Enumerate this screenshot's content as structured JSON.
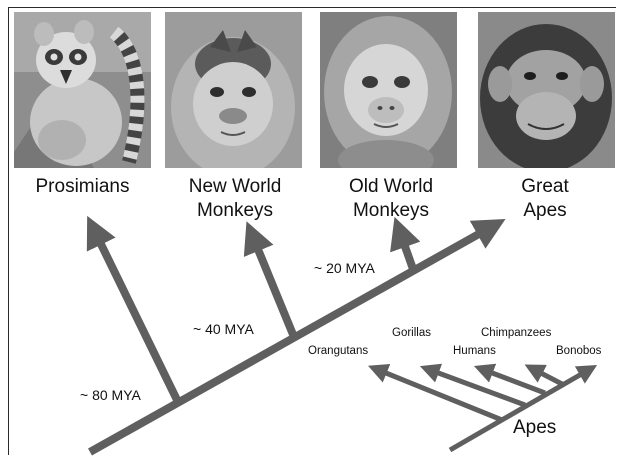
{
  "groups": [
    {
      "line1": "Prosimians",
      "line2": ""
    },
    {
      "line1": "New World",
      "line2": "Monkeys"
    },
    {
      "line1": "Old World",
      "line2": "Monkeys"
    },
    {
      "line1": "Great",
      "line2": "Apes"
    }
  ],
  "ages": {
    "mya80": "~ 80 MYA",
    "mya40": "~ 40 MYA",
    "mya20": "~ 20 MYA"
  },
  "apes": {
    "label": "Apes",
    "orangutans": "Orangutans",
    "gorillas": "Gorillas",
    "chimpanzees": "Chimpanzees",
    "humans": "Humans",
    "bonobos": "Bonobos"
  },
  "colors": {
    "branch": "#5f5f5f",
    "text": "#111111",
    "frame": "#2b2b2b"
  }
}
